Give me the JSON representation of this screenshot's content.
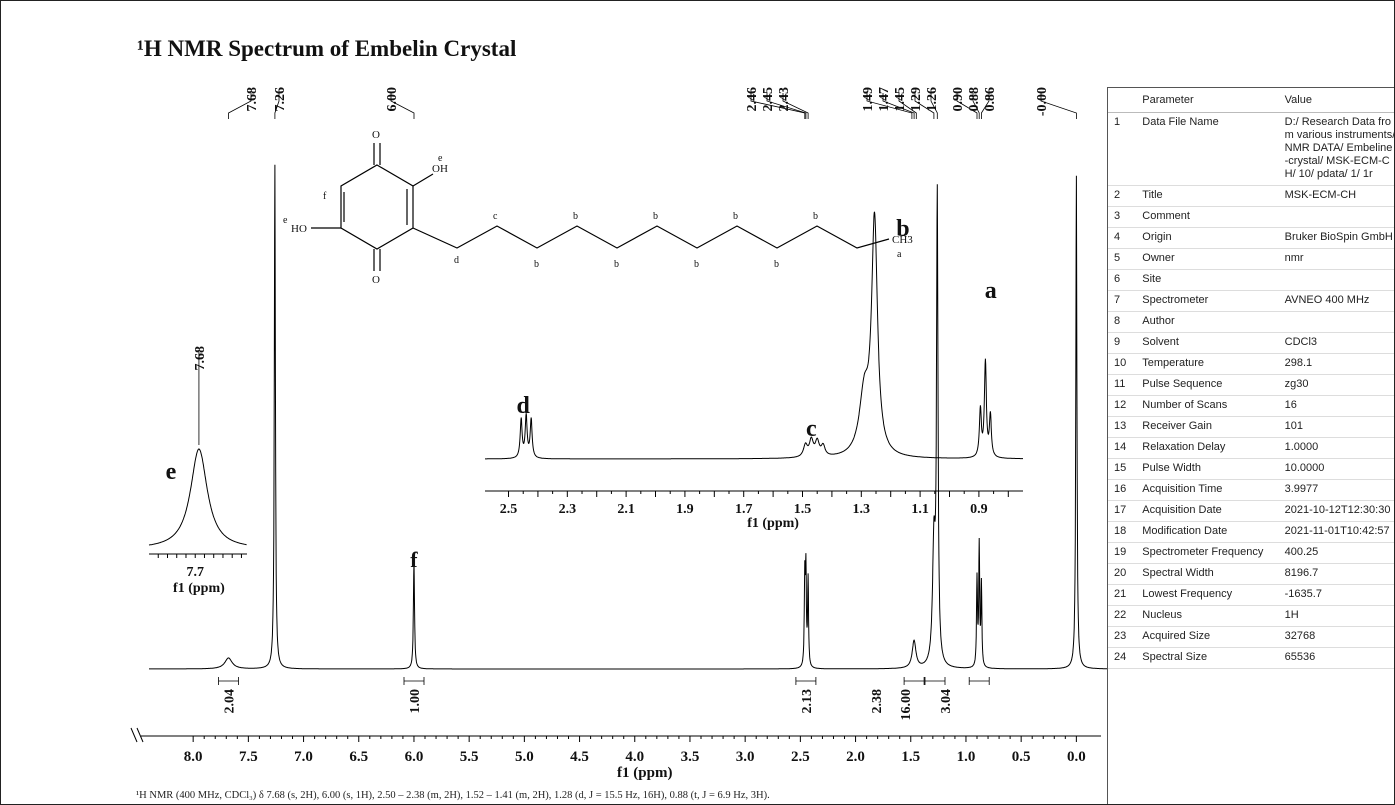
{
  "title": "¹H NMR Spectrum of Embelin Crystal",
  "chart_data": [
    {
      "type": "line",
      "name": "main-spectrum",
      "xlabel": "f1 (ppm)",
      "xlim": [
        8.4,
        -0.35
      ],
      "x_ticks": [
        "8.0",
        "7.5",
        "7.0",
        "6.5",
        "6.0",
        "5.5",
        "5.0",
        "4.5",
        "4.0",
        "3.5",
        "3.0",
        "2.5",
        "2.0",
        "1.5",
        "1.0",
        "0.5",
        "0.0"
      ],
      "peaks": [
        {
          "ppm": 7.68,
          "height": 0.02,
          "width": 0.04
        },
        {
          "ppm": 7.26,
          "height": 0.92,
          "width": 0.006
        },
        {
          "ppm": 6.0,
          "height": 0.2,
          "width": 0.006
        },
        {
          "ppm": 2.46,
          "height": 0.16,
          "width": 0.005
        },
        {
          "ppm": 2.45,
          "height": 0.17,
          "width": 0.005
        },
        {
          "ppm": 2.43,
          "height": 0.16,
          "width": 0.005
        },
        {
          "ppm": 1.47,
          "height": 0.05,
          "width": 0.02
        },
        {
          "ppm": 1.29,
          "height": 0.22,
          "width": 0.015
        },
        {
          "ppm": 1.26,
          "height": 0.84,
          "width": 0.008
        },
        {
          "ppm": 0.9,
          "height": 0.16,
          "width": 0.005
        },
        {
          "ppm": 0.88,
          "height": 0.22,
          "width": 0.005
        },
        {
          "ppm": 0.86,
          "height": 0.15,
          "width": 0.005
        },
        {
          "ppm": 0.0,
          "height": 0.9,
          "width": 0.006
        }
      ],
      "peak_labels": [
        "7.68",
        "7.26",
        "6.00",
        "2.46",
        "2.45",
        "2.43",
        "1.49",
        "1.47",
        "1.45",
        "1.29",
        "1.26",
        "0.90",
        "0.88",
        "0.86",
        "-0.00"
      ],
      "integrals": [
        {
          "ppm": 7.68,
          "value": "2.04"
        },
        {
          "ppm": 6.0,
          "value": "1.00"
        },
        {
          "ppm": 2.45,
          "value": "2.13"
        },
        {
          "ppm": 1.47,
          "value": "2.38"
        },
        {
          "ppm": 1.28,
          "value": "16.00"
        },
        {
          "ppm": 0.88,
          "value": "3.04"
        }
      ],
      "letter_labels": [
        {
          "ppm": 6.0,
          "text": "f"
        }
      ]
    },
    {
      "type": "line",
      "name": "inset-aliphatic",
      "xlabel": "f1 (ppm)",
      "xlim": [
        2.58,
        0.75
      ],
      "x_ticks": [
        "2.5",
        "2.3",
        "2.1",
        "1.9",
        "1.7",
        "1.5",
        "1.3",
        "1.1",
        "0.9"
      ],
      "letter_labels": [
        {
          "ppm": 2.45,
          "text": "d"
        },
        {
          "ppm": 1.47,
          "text": "c"
        },
        {
          "ppm": 1.24,
          "text": "b"
        },
        {
          "ppm": 0.88,
          "text": "a"
        }
      ]
    },
    {
      "type": "line",
      "name": "inset-aromatic",
      "xlabel": "f1 (ppm)",
      "x_ticks": [
        "7.7"
      ],
      "peak_label": "7.68",
      "letter_labels": [
        {
          "ppm": 7.68,
          "text": "e"
        }
      ]
    }
  ],
  "structure": {
    "atoms": [
      "O",
      "O",
      "OH",
      "HO",
      "CH3"
    ],
    "labels": [
      "e",
      "f",
      "e",
      "c",
      "d",
      "b",
      "b",
      "b",
      "b",
      "b",
      "b",
      "b",
      "b",
      "a"
    ]
  },
  "caption": "¹H NMR (400 MHz, CDCl₃) δ 7.68 (s, 2H), 6.00 (s, 1H), 2.50 – 2.38 (m, 2H), 1.52 – 1.41 (m, 2H), 1.28 (d, J = 15.5 Hz, 16H), 0.88 (t, J = 6.9 Hz, 3H).",
  "parameters": {
    "header_param": "Parameter",
    "header_value": "Value",
    "rows": [
      {
        "idx": "1",
        "name": "Data File Name",
        "value": "D:/ Research Data from various instruments/ NMR DATA/ Embeline-crystal/ MSK-ECM-CH/ 10/ pdata/ 1/ 1r"
      },
      {
        "idx": "2",
        "name": "Title",
        "value": "MSK-ECM-CH"
      },
      {
        "idx": "3",
        "name": "Comment",
        "value": ""
      },
      {
        "idx": "4",
        "name": "Origin",
        "value": "Bruker BioSpin GmbH"
      },
      {
        "idx": "5",
        "name": "Owner",
        "value": "nmr"
      },
      {
        "idx": "6",
        "name": "Site",
        "value": ""
      },
      {
        "idx": "7",
        "name": "Spectrometer",
        "value": "AVNEO 400 MHz"
      },
      {
        "idx": "8",
        "name": "Author",
        "value": ""
      },
      {
        "idx": "9",
        "name": "Solvent",
        "value": "CDCl3"
      },
      {
        "idx": "10",
        "name": "Temperature",
        "value": "298.1"
      },
      {
        "idx": "11",
        "name": "Pulse Sequence",
        "value": "zg30"
      },
      {
        "idx": "12",
        "name": "Number of Scans",
        "value": "16"
      },
      {
        "idx": "13",
        "name": "Receiver Gain",
        "value": "101"
      },
      {
        "idx": "14",
        "name": "Relaxation Delay",
        "value": "1.0000"
      },
      {
        "idx": "15",
        "name": "Pulse Width",
        "value": "10.0000"
      },
      {
        "idx": "16",
        "name": "Acquisition Time",
        "value": "3.9977"
      },
      {
        "idx": "17",
        "name": "Acquisition Date",
        "value": "2021-10-12T12:30:30"
      },
      {
        "idx": "18",
        "name": "Modification Date",
        "value": "2021-11-01T10:42:57"
      },
      {
        "idx": "19",
        "name": "Spectrometer Frequency",
        "value": "400.25"
      },
      {
        "idx": "20",
        "name": "Spectral Width",
        "value": "8196.7"
      },
      {
        "idx": "21",
        "name": "Lowest Frequency",
        "value": "-1635.7"
      },
      {
        "idx": "22",
        "name": "Nucleus",
        "value": "1H"
      },
      {
        "idx": "23",
        "name": "Acquired Size",
        "value": "32768"
      },
      {
        "idx": "24",
        "name": "Spectral Size",
        "value": "65536"
      }
    ]
  }
}
